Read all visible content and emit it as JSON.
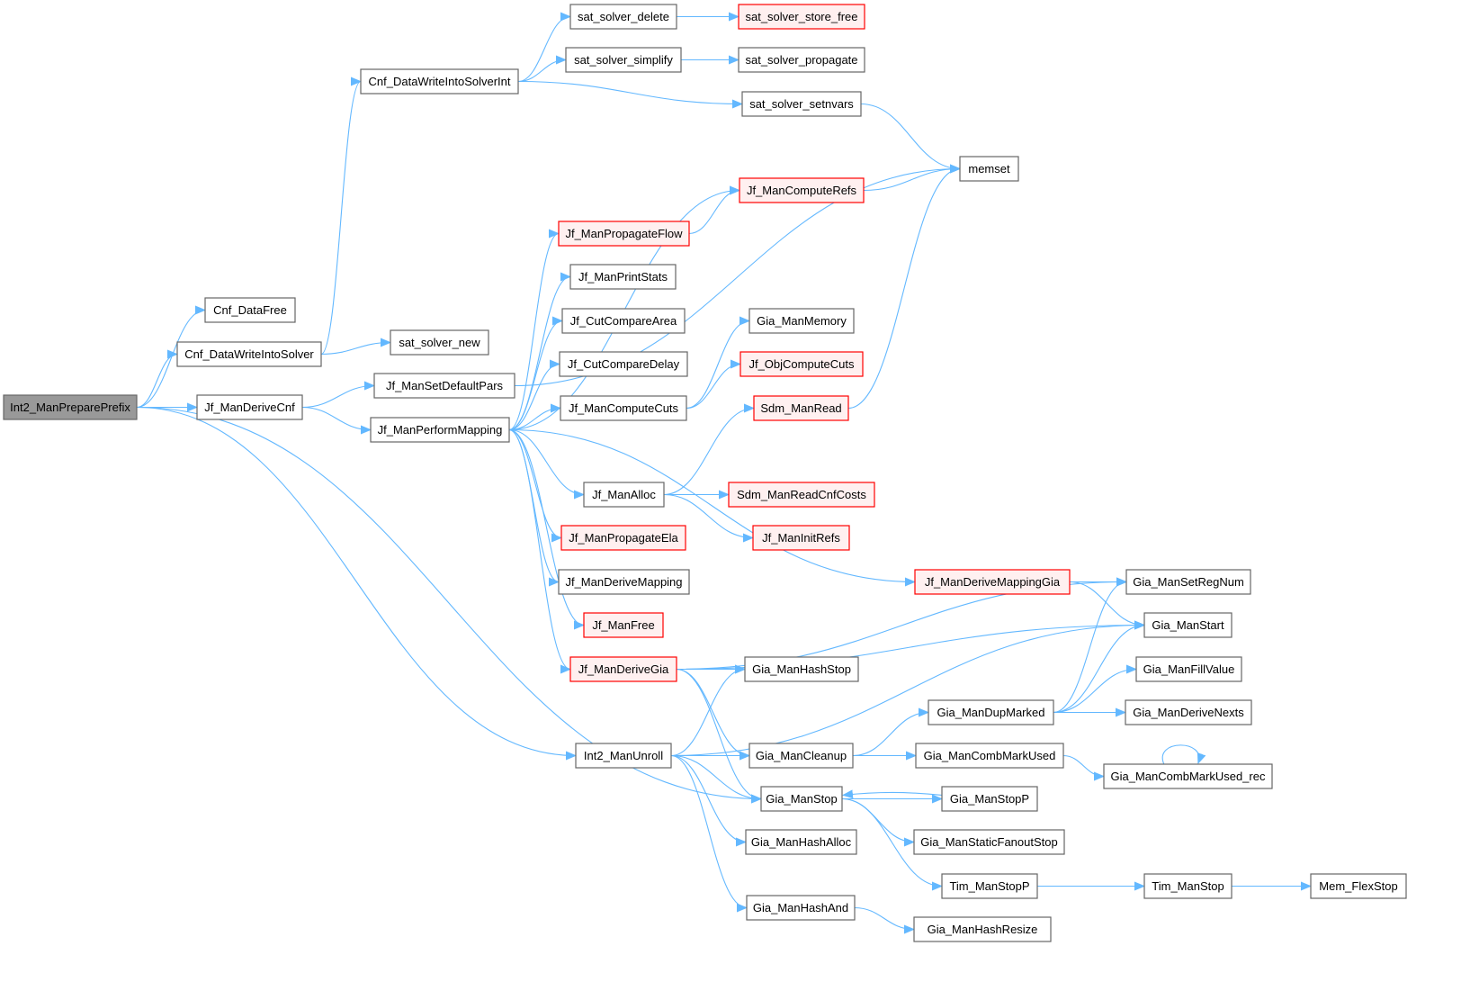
{
  "graph": {
    "title": "Call graph of Int2_ManPreparePrefix",
    "colors": {
      "edge": "#63b8ff",
      "node_border": "#666666",
      "node_fill": "#ffffff",
      "root_fill": "#999999",
      "root_border": "#666666",
      "truncated_border": "#ff0000",
      "truncated_fill": "#fff0f0"
    },
    "nodes": [
      {
        "id": "n0",
        "label": "Int2_ManPreparePrefix",
        "kind": "root"
      },
      {
        "id": "n1",
        "label": "Cnf_DataFree",
        "kind": "normal"
      },
      {
        "id": "n2",
        "label": "Cnf_DataWriteIntoSolver",
        "kind": "normal"
      },
      {
        "id": "n3",
        "label": "Cnf_DataWriteIntoSolverInt",
        "kind": "normal"
      },
      {
        "id": "n4",
        "label": "sat_solver_delete",
        "kind": "normal"
      },
      {
        "id": "n5",
        "label": "sat_solver_store_free",
        "kind": "truncated"
      },
      {
        "id": "n6",
        "label": "sat_solver_simplify",
        "kind": "normal"
      },
      {
        "id": "n7",
        "label": "sat_solver_propagate",
        "kind": "normal"
      },
      {
        "id": "n8",
        "label": "sat_solver_setnvars",
        "kind": "normal"
      },
      {
        "id": "n9",
        "label": "memset",
        "kind": "normal"
      },
      {
        "id": "n10",
        "label": "sat_solver_new",
        "kind": "normal"
      },
      {
        "id": "n11",
        "label": "Jf_ManDeriveCnf",
        "kind": "normal"
      },
      {
        "id": "n12",
        "label": "Jf_ManSetDefaultPars",
        "kind": "normal"
      },
      {
        "id": "n13",
        "label": "Jf_ManPerformMapping",
        "kind": "normal"
      },
      {
        "id": "n14",
        "label": "Jf_ManComputeRefs",
        "kind": "truncated"
      },
      {
        "id": "n15",
        "label": "Jf_ManPropagateFlow",
        "kind": "truncated"
      },
      {
        "id": "n16",
        "label": "Jf_ManPrintStats",
        "kind": "normal"
      },
      {
        "id": "n17",
        "label": "Jf_CutCompareArea",
        "kind": "normal"
      },
      {
        "id": "n18",
        "label": "Jf_CutCompareDelay",
        "kind": "normal"
      },
      {
        "id": "n19",
        "label": "Jf_ManComputeCuts",
        "kind": "normal"
      },
      {
        "id": "n20",
        "label": "Gia_ManMemory",
        "kind": "normal"
      },
      {
        "id": "n21",
        "label": "Jf_ObjComputeCuts",
        "kind": "truncated"
      },
      {
        "id": "n22",
        "label": "Sdm_ManRead",
        "kind": "truncated"
      },
      {
        "id": "n23",
        "label": "Jf_ManAlloc",
        "kind": "normal"
      },
      {
        "id": "n24",
        "label": "Sdm_ManReadCnfCosts",
        "kind": "truncated"
      },
      {
        "id": "n25",
        "label": "Jf_ManInitRefs",
        "kind": "truncated"
      },
      {
        "id": "n26",
        "label": "Jf_ManPropagateEla",
        "kind": "truncated"
      },
      {
        "id": "n27",
        "label": "Jf_ManDeriveMapping",
        "kind": "normal"
      },
      {
        "id": "n28",
        "label": "Jf_ManFree",
        "kind": "truncated"
      },
      {
        "id": "n29",
        "label": "Jf_ManDeriveGia",
        "kind": "truncated"
      },
      {
        "id": "n30",
        "label": "Jf_ManDeriveMappingGia",
        "kind": "truncated"
      },
      {
        "id": "n31",
        "label": "Gia_ManSetRegNum",
        "kind": "normal"
      },
      {
        "id": "n32",
        "label": "Gia_ManStart",
        "kind": "normal"
      },
      {
        "id": "n33",
        "label": "Gia_ManHashStop",
        "kind": "normal"
      },
      {
        "id": "n34",
        "label": "Gia_ManFillValue",
        "kind": "normal"
      },
      {
        "id": "n35",
        "label": "Gia_ManDupMarked",
        "kind": "normal"
      },
      {
        "id": "n36",
        "label": "Gia_ManDeriveNexts",
        "kind": "normal"
      },
      {
        "id": "n37",
        "label": "Int2_ManUnroll",
        "kind": "normal"
      },
      {
        "id": "n38",
        "label": "Gia_ManCleanup",
        "kind": "normal"
      },
      {
        "id": "n39",
        "label": "Gia_ManCombMarkUsed",
        "kind": "normal"
      },
      {
        "id": "n40",
        "label": "Gia_ManCombMarkUsed_rec",
        "kind": "normal"
      },
      {
        "id": "n41",
        "label": "Gia_ManStop",
        "kind": "normal"
      },
      {
        "id": "n42",
        "label": "Gia_ManStopP",
        "kind": "normal"
      },
      {
        "id": "n43",
        "label": "Gia_ManHashAlloc",
        "kind": "normal"
      },
      {
        "id": "n44",
        "label": "Gia_ManStaticFanoutStop",
        "kind": "normal"
      },
      {
        "id": "n45",
        "label": "Tim_ManStopP",
        "kind": "normal"
      },
      {
        "id": "n46",
        "label": "Tim_ManStop",
        "kind": "normal"
      },
      {
        "id": "n47",
        "label": "Mem_FlexStop",
        "kind": "normal"
      },
      {
        "id": "n48",
        "label": "Gia_ManHashAnd",
        "kind": "normal"
      },
      {
        "id": "n49",
        "label": "Gia_ManHashResize",
        "kind": "normal"
      }
    ],
    "edges": [
      [
        "n0",
        "n1"
      ],
      [
        "n0",
        "n2"
      ],
      [
        "n0",
        "n11"
      ],
      [
        "n0",
        "n37"
      ],
      [
        "n0",
        "n41"
      ],
      [
        "n2",
        "n3"
      ],
      [
        "n2",
        "n10"
      ],
      [
        "n3",
        "n4"
      ],
      [
        "n3",
        "n6"
      ],
      [
        "n3",
        "n8"
      ],
      [
        "n4",
        "n5"
      ],
      [
        "n6",
        "n7"
      ],
      [
        "n8",
        "n9"
      ],
      [
        "n11",
        "n12"
      ],
      [
        "n11",
        "n13"
      ],
      [
        "n12",
        "n9"
      ],
      [
        "n13",
        "n14"
      ],
      [
        "n13",
        "n15"
      ],
      [
        "n13",
        "n16"
      ],
      [
        "n13",
        "n17"
      ],
      [
        "n13",
        "n18"
      ],
      [
        "n13",
        "n19"
      ],
      [
        "n13",
        "n23"
      ],
      [
        "n13",
        "n26"
      ],
      [
        "n13",
        "n27"
      ],
      [
        "n13",
        "n28"
      ],
      [
        "n13",
        "n29"
      ],
      [
        "n13",
        "n30"
      ],
      [
        "n14",
        "n9"
      ],
      [
        "n15",
        "n14"
      ],
      [
        "n19",
        "n20"
      ],
      [
        "n19",
        "n21"
      ],
      [
        "n22",
        "n9"
      ],
      [
        "n23",
        "n22"
      ],
      [
        "n23",
        "n24"
      ],
      [
        "n23",
        "n25"
      ],
      [
        "n29",
        "n31"
      ],
      [
        "n29",
        "n32"
      ],
      [
        "n29",
        "n33"
      ],
      [
        "n29",
        "n38"
      ],
      [
        "n29",
        "n41"
      ],
      [
        "n30",
        "n31"
      ],
      [
        "n30",
        "n32"
      ],
      [
        "n35",
        "n31"
      ],
      [
        "n35",
        "n32"
      ],
      [
        "n35",
        "n34"
      ],
      [
        "n35",
        "n36"
      ],
      [
        "n37",
        "n32"
      ],
      [
        "n37",
        "n33"
      ],
      [
        "n37",
        "n38"
      ],
      [
        "n37",
        "n41"
      ],
      [
        "n37",
        "n43"
      ],
      [
        "n37",
        "n48"
      ],
      [
        "n38",
        "n35"
      ],
      [
        "n38",
        "n39"
      ],
      [
        "n39",
        "n40"
      ],
      [
        "n40",
        "n40"
      ],
      [
        "n41",
        "n42"
      ],
      [
        "n42",
        "n41"
      ],
      [
        "n41",
        "n44"
      ],
      [
        "n41",
        "n45"
      ],
      [
        "n45",
        "n46"
      ],
      [
        "n46",
        "n47"
      ],
      [
        "n48",
        "n49"
      ]
    ]
  }
}
